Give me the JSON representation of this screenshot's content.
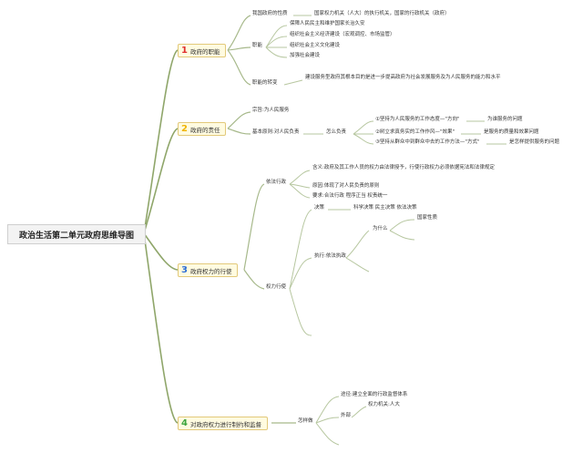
{
  "root": "政治生活第二单元政府思维导图",
  "colors": {
    "branch1": "#e0302f",
    "branch2": "#f0b400",
    "branch3": "#2f6fd6",
    "branch4": "#3da63d",
    "line": "#b7c7a0"
  },
  "b1": {
    "num": "1",
    "label": "政府的职能",
    "nature": "我国政府的性质",
    "nature_desc": "国家权力机关（人大）的执行机关，国家的行政机关（政府）",
    "functions": "职能",
    "f1": "保障人民民主和维护国家长治久安",
    "f2": "组织社会主义经济建设（宏观调控、市场监管）",
    "f3": "组织社会主义文化建设",
    "f4": "加强社会建设",
    "shift": "职能的转变",
    "shift_desc": "建设服务型政府其根本目的是进一步提高政府为社会发展服务及为人民服务的能力和水平"
  },
  "b2": {
    "num": "2",
    "label": "政府的责任",
    "tenet": "宗旨:为人民服务",
    "principle": "基本原则:对人民负责",
    "how": "怎么负责",
    "h1": "①坚持为人民服务的工作态度—\"方向\"",
    "h1r": "为谁服务的问题",
    "h2": "②树立求真务实的工作作风—\"效果\"",
    "h2r": "是服务的质量和效果问题",
    "h3": "③坚持从群众中到群众中去的工作方法—\"方式\"",
    "h3r": "是怎样提供服务的问题"
  },
  "b3": {
    "num": "3",
    "label": "政府权力的行使",
    "law": "依法行政",
    "meaning": "含义:政府及其工作人员的权力由法律授予，行使行政权力必须依据宪法和法律规定",
    "reason": "原因:体现了对人民负责的原则",
    "require": "要求:合法行政 程序正当 权责统一",
    "exercise": "权力行使",
    "decide": "决策",
    "decide_desc": "科学决策 民主决策 依法决策",
    "execute": "执行:依法执政",
    "why": "为什么",
    "nature": "国家性质"
  },
  "b4": {
    "num": "4",
    "label": "对政府权力进行制约和监督",
    "how": "怎样做",
    "path": "途径:建立全面的行政监督体系",
    "outside": "外部",
    "power": "权力机关:人大"
  }
}
